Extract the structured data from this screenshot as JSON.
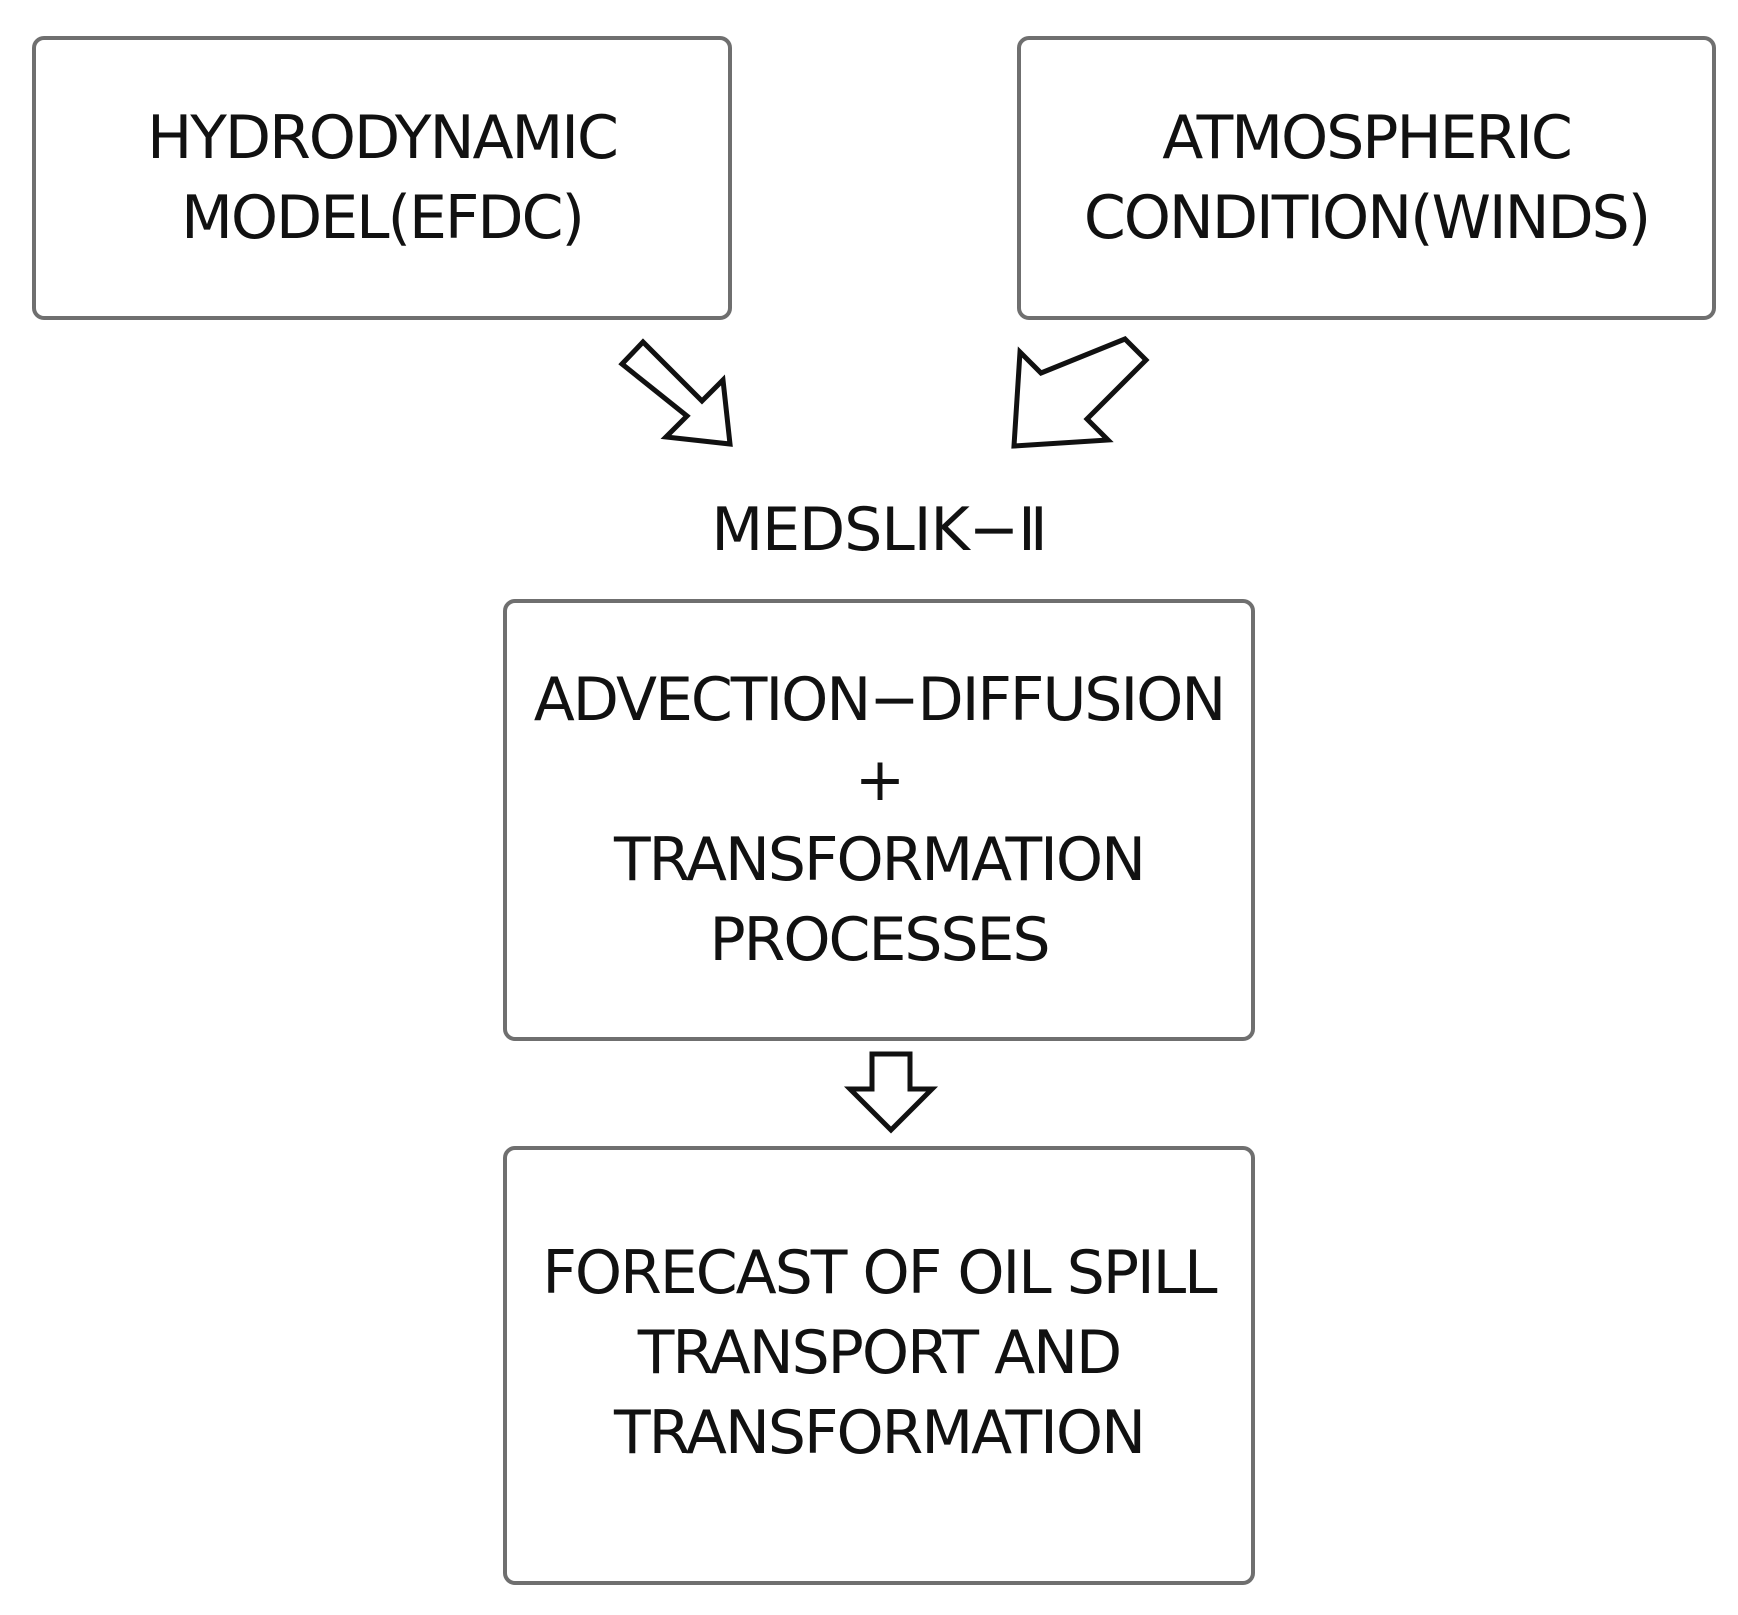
{
  "inputs": {
    "hydrodynamic": {
      "line1": "HYDRODYNAMIC",
      "line2": "MODEL(EFDC)"
    },
    "atmospheric": {
      "line1": "ATMOSPHERIC",
      "line2": "CONDITION(WINDS)"
    }
  },
  "model_label": "MEDSLIK−Ⅱ",
  "processes": {
    "line1": "ADVECTION−DIFFUSION",
    "line2": "+",
    "line3": "TRANSFORMATION",
    "line4": "PROCESSES"
  },
  "output": {
    "line1": "FORECAST OF OIL SPILL",
    "line2": "TRANSPORT AND",
    "line3": "TRANSFORMATION"
  },
  "arrows": [
    {
      "from": "hydrodynamic",
      "to": "model_label",
      "style": "hollow-diagonal-down-right"
    },
    {
      "from": "atmospheric",
      "to": "model_label",
      "style": "hollow-diagonal-down-left"
    },
    {
      "from": "processes",
      "to": "output",
      "style": "hollow-down"
    }
  ],
  "colors": {
    "box_border": "#6f6f6f",
    "arrow_stroke": "#111111",
    "text": "#111111",
    "background": "#ffffff"
  }
}
